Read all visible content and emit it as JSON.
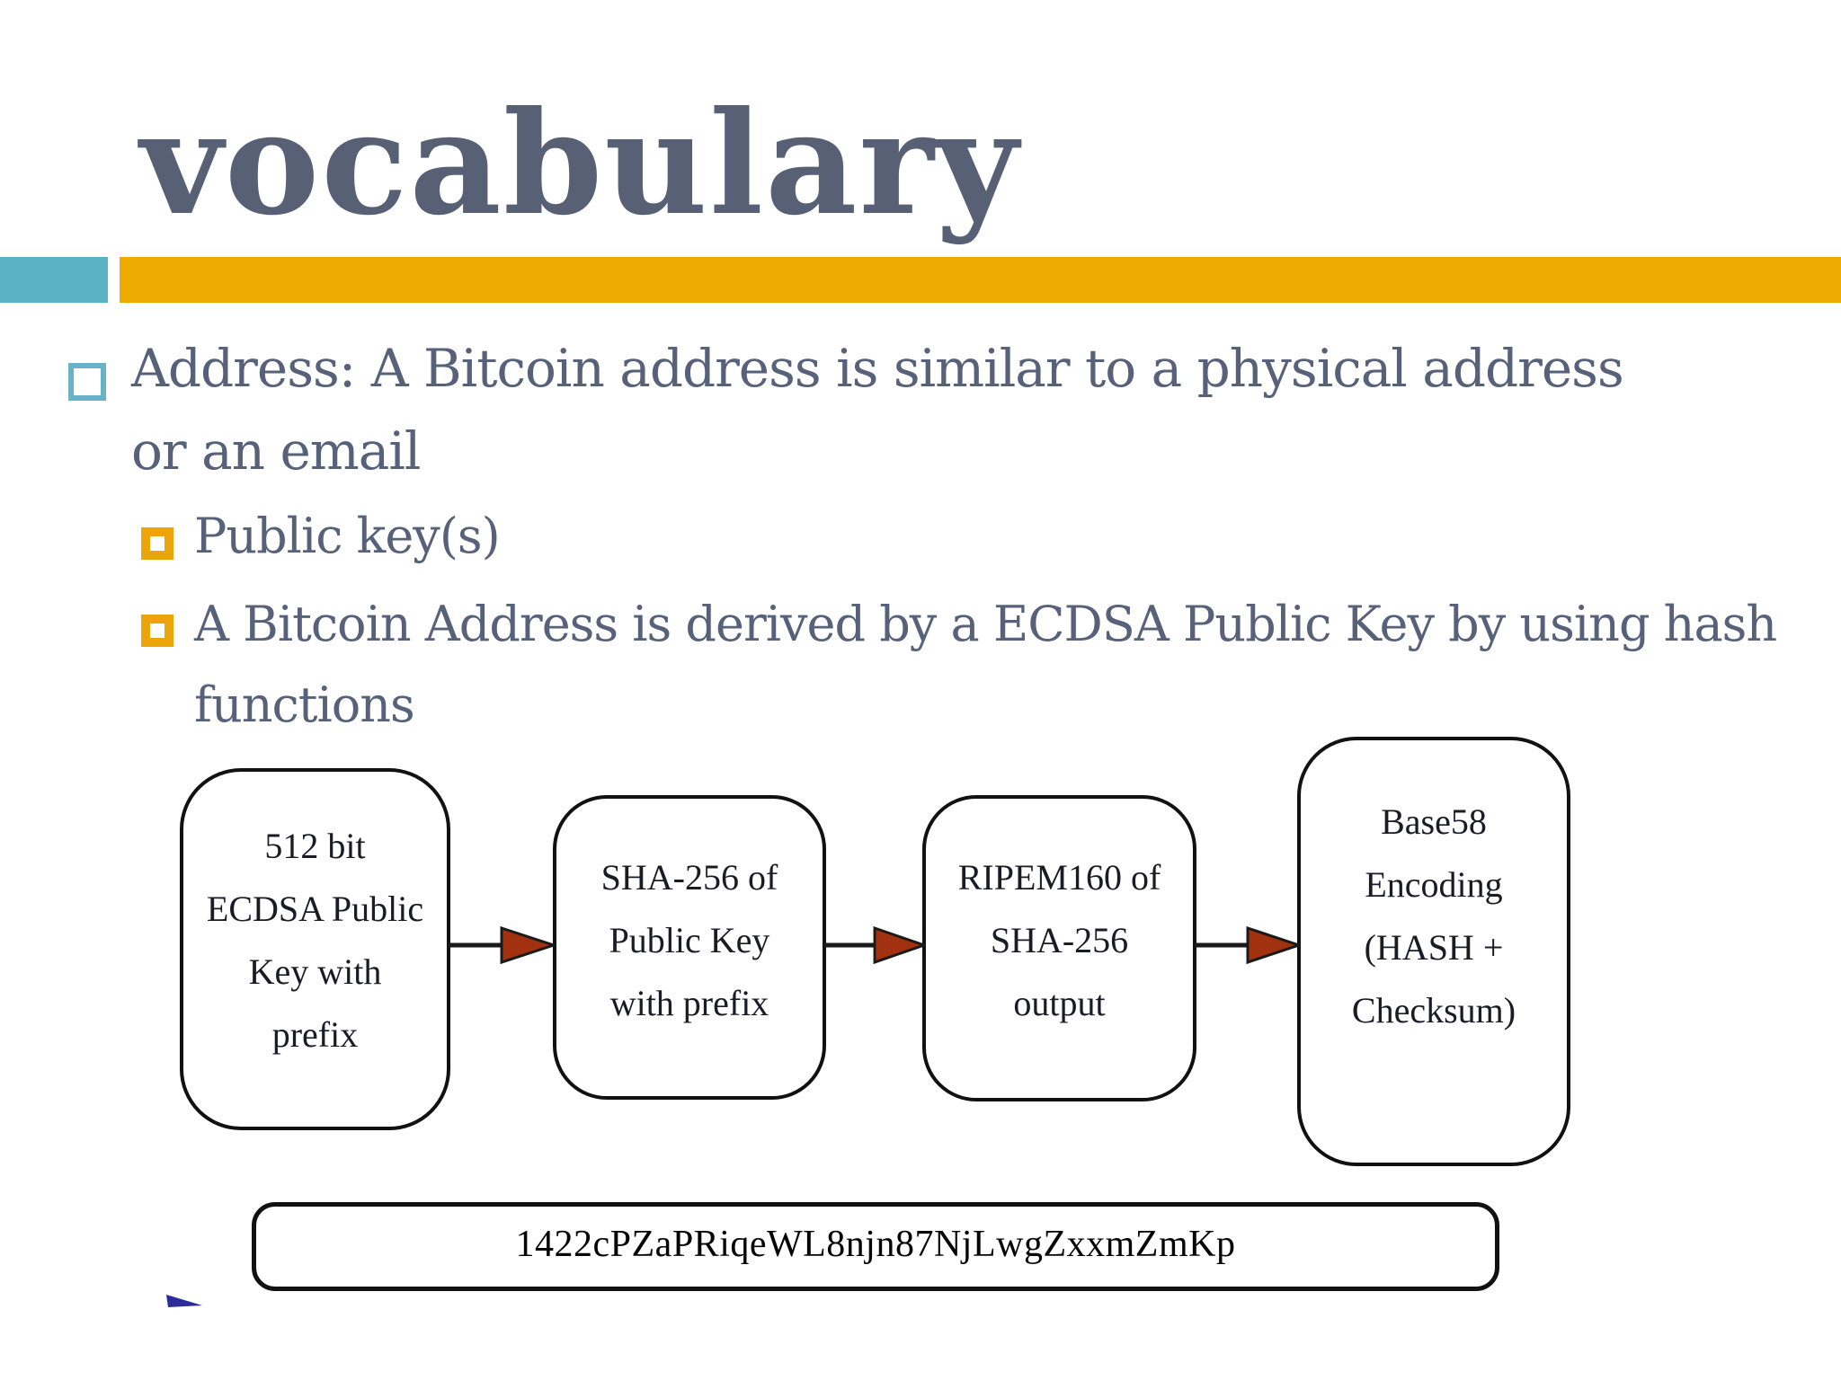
{
  "slide_title": "vocabulary",
  "bullets": {
    "level1": {
      "lines": [
        "Address: A Bitcoin address is similar to a physical address",
        "or an email"
      ]
    },
    "level2": [
      {
        "lines": [
          "Public key(s)"
        ]
      },
      {
        "lines": [
          "A Bitcoin Address is derived by a ECDSA Public Key by using hash",
          "functions"
        ]
      }
    ]
  },
  "diagram": {
    "boxes": [
      {
        "lines": [
          "512 bit",
          "ECDSA Public",
          "Key with",
          "prefix"
        ]
      },
      {
        "lines": [
          "SHA-256 of",
          "Public Key",
          "with prefix"
        ]
      },
      {
        "lines": [
          "RIPEM160 of",
          "SHA-256",
          "output"
        ]
      },
      {
        "lines": [
          "Base58",
          "Encoding",
          "(HASH +",
          "Checksum)"
        ]
      }
    ],
    "result_address": "1422cPZaPRiqeWL8njn87NjLwgZxxmZmKp",
    "icons": {
      "flow_arrow": "right-arrow",
      "corner_pointer": "blue-triangle"
    }
  },
  "theme_colors": {
    "title_text": "#586076",
    "body_text": "#58617a",
    "teal_accent": "#5ab3c5",
    "orange_bar": "#edaa00",
    "orange_bullet": "#eba50b",
    "arrowhead_red": "#a23110",
    "box_border": "#111111"
  }
}
